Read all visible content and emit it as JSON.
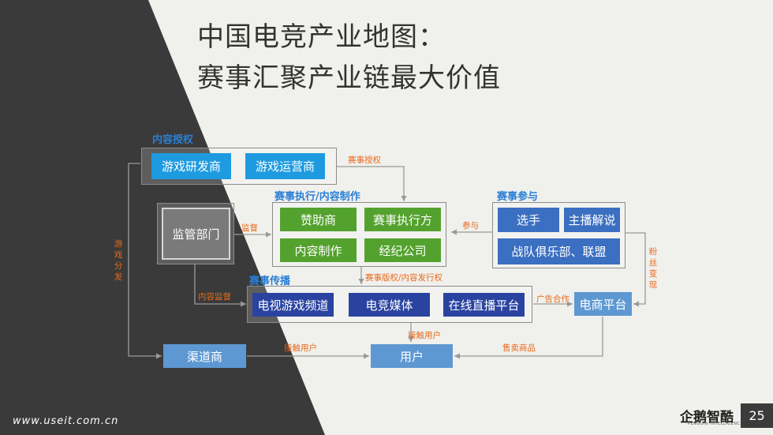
{
  "title": {
    "line1": "中国电竞产业地图：",
    "line2": "赛事汇聚产业链最大价值"
  },
  "sections": {
    "content_license": "内容授权",
    "event_exec": "赛事执行/内容制作",
    "event_participation": "赛事参与",
    "event_broadcast": "赛事传播"
  },
  "boxes": {
    "game_dev": "游戏研发商",
    "game_ops": "游戏运营商",
    "regulator": "监管部门",
    "sponsor": "赞助商",
    "event_executor": "赛事执行方",
    "content_production": "内容制作",
    "agency": "经纪公司",
    "player": "选手",
    "streamer": "主播解说",
    "club_league": "战队俱乐部、联盟",
    "tv_channel": "电视游戏频道",
    "esports_media": "电竞媒体",
    "live_platform": "在线直播平台",
    "ecommerce": "电商平台",
    "channel_dealer": "渠道商",
    "user": "用户"
  },
  "labels": {
    "event_license": "赛事授权",
    "supervise": "监督",
    "participate": "参与",
    "copyright_release": "赛事版权/内容发行权",
    "content_supervise": "内容监督",
    "ad_cooperation": "广告合作",
    "reach_users_1": "接触用户",
    "reach_users_2": "接触用户",
    "sell_goods": "售卖商品",
    "game_distribution": "游戏分发",
    "fan_monetization": "粉丝变现"
  },
  "footer": {
    "url": "www.useit.com.cn",
    "logo": "企鹅智酷",
    "logo_sub": "PENGUIN INTELLIGENCE",
    "page": "25"
  },
  "colors": {
    "dark_bg": "#3a3a3a",
    "light_bg": "#f0f0ed",
    "accent_orange": "#e86a1a",
    "section_blue": "#2a7fd6"
  }
}
